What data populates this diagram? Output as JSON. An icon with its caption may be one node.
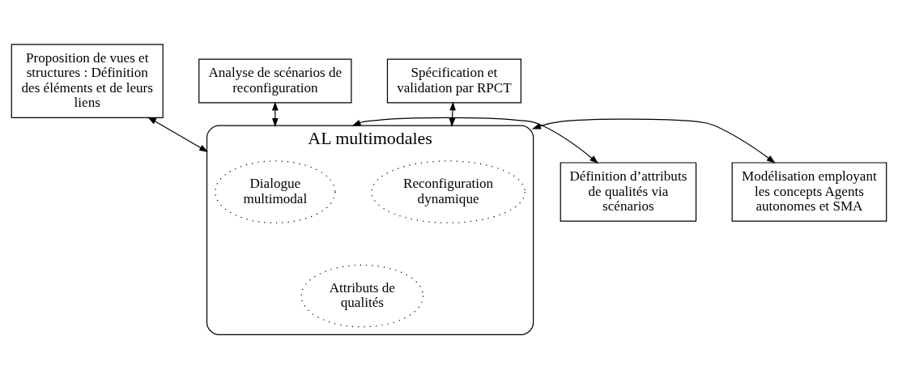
{
  "diagram": {
    "nodes": [
      {
        "text": [
          "Proposition de vues et structures : Définition des éléments et de leurs liens"
        ]
      },
      {
        "text": [
          "Analyse de scénarios de reconfiguration"
        ]
      },
      {
        "text": [
          "Spécification et validation par RPCT"
        ]
      },
      {
        "text": [
          "AL multimodales"
        ]
      },
      {
        "text": [
          "Dialogue multimodal"
        ],
        "in": 3
      },
      {
        "text": [
          "Reconfiguration dynamique"
        ],
        "in": 3
      },
      {
        "text": [
          "Attributs de qualités"
        ],
        "in": 3
      },
      {
        "text": [
          "Définition d’attributs de qualités via scénarios"
        ]
      },
      {
        "text": [
          "Modélisation employant les concepts Agents autonomes et SMA"
        ]
      }
    ],
    "edges": [
      {
        "from": 0,
        "to": 3,
        "arrow": "both"
      },
      {
        "from": 1,
        "to": 3,
        "arrow": "both"
      },
      {
        "from": 2,
        "to": 3,
        "arrow": "both"
      },
      {
        "from": 7,
        "to": 3,
        "arrow": "both"
      },
      {
        "from": 8,
        "to": 3,
        "arrow": "both"
      }
    ]
  }
}
